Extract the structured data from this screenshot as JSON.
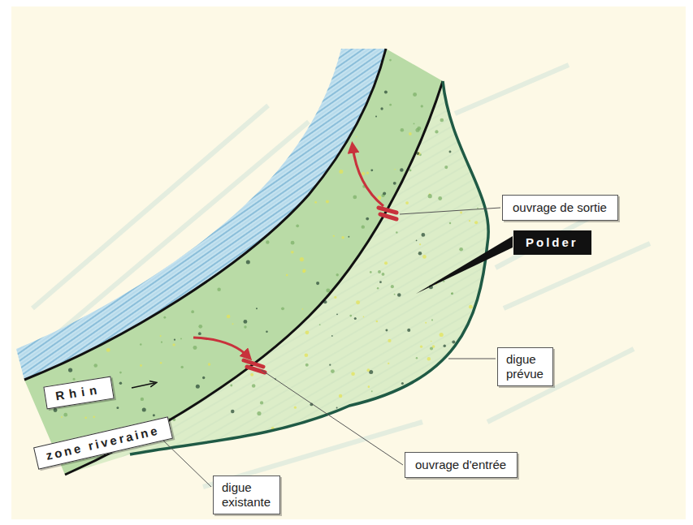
{
  "diagram": {
    "nodes": [
      {
        "text": [
          "ouvrage de sortie"
        ]
      },
      {
        "text": [
          "Polder"
        ]
      },
      {
        "text": [
          "digue prévue"
        ]
      },
      {
        "text": [
          "Rhin"
        ]
      },
      {
        "text": [
          "zone riveraine"
        ]
      },
      {
        "text": [
          "ouvrage d'entrée"
        ]
      },
      {
        "text": [
          "digue existante"
        ]
      }
    ]
  }
}
